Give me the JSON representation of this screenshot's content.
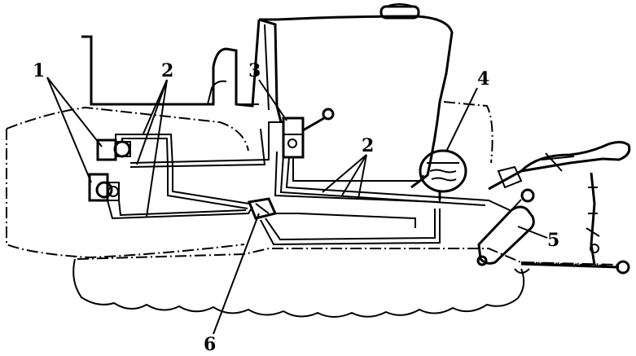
{
  "callouts": {
    "c1": "1",
    "c2a": "2",
    "c2b": "2",
    "c3": "3",
    "c4": "4",
    "c5": "5",
    "c6": "6"
  },
  "colors": {
    "ink": "#000000",
    "paper": "#ffffff"
  }
}
